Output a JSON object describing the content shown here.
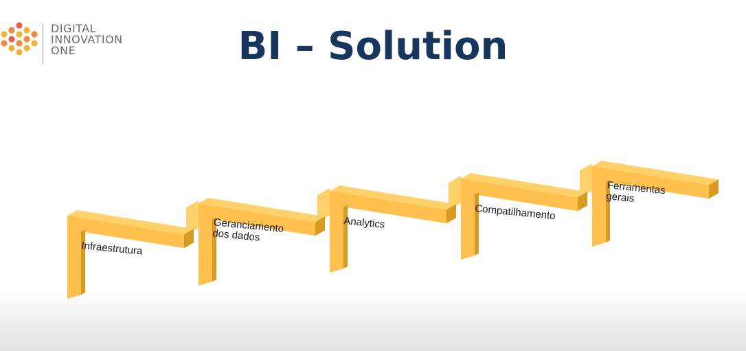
{
  "logo": {
    "lines": [
      "DIGITAL",
      "INNOVATION",
      "ONE"
    ]
  },
  "title": "BI – Solution",
  "colors": {
    "title": "#17365d",
    "step_front": "#ffc04d",
    "step_top": "#ffd16a",
    "step_shadow": "#d99a22"
  },
  "steps": [
    {
      "label_lines": [
        "Infraestrutura"
      ]
    },
    {
      "label_lines": [
        "Geranciamento",
        "dos dados"
      ]
    },
    {
      "label_lines": [
        "Analytics"
      ]
    },
    {
      "label_lines": [
        "Compatilhamento"
      ]
    },
    {
      "label_lines": [
        "Ferramentas",
        "gerais"
      ]
    }
  ]
}
